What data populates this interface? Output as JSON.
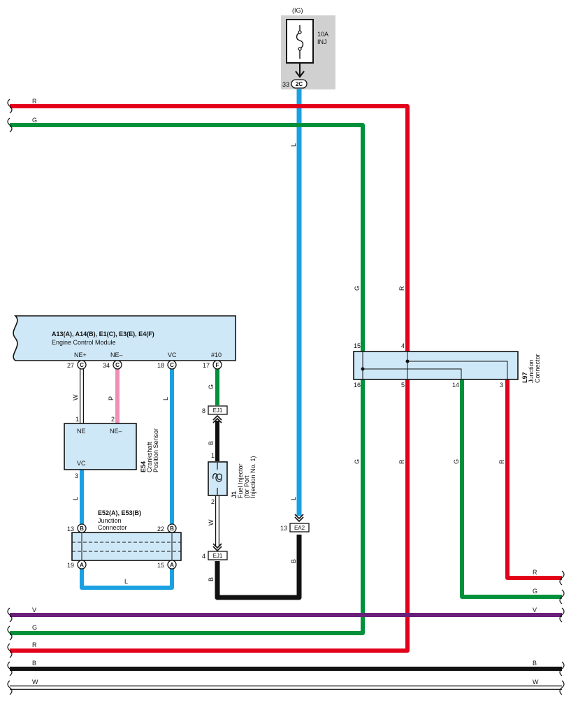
{
  "colors": {
    "R": "#e3001b",
    "G": "#00913a",
    "L": "#1ba1e2",
    "B": "#111111",
    "V": "#6a1f7a",
    "P": "#ef8fb8",
    "W": "#ffffff",
    "box_fill": "#cfe8f7",
    "fuse_panel": "#d0d0d0"
  },
  "fuse": {
    "group_label": "(IG)",
    "rating": "10A",
    "name": "INJ",
    "pin_number": "33",
    "pin_code": "2C"
  },
  "ecm": {
    "connectors": "A13(A), A14(B), E1(C), E3(E), E4(F)",
    "name": "Engine Control Module",
    "terminals": [
      {
        "name": "NE+",
        "pin": "27",
        "conn": "C"
      },
      {
        "name": "NE–",
        "pin": "34",
        "conn": "C"
      },
      {
        "name": "VC",
        "pin": "18",
        "conn": "C"
      },
      {
        "name": "#10",
        "pin": "17",
        "conn": "F"
      }
    ]
  },
  "sensor": {
    "code": "E54",
    "name_line1": "Crankshaft",
    "name_line2": "Position Sensor",
    "t_ne": "NE",
    "t_neg": "NE–",
    "t_vc": "VC",
    "pin1": "1",
    "pin2": "2",
    "pin3": "3"
  },
  "junction_e52": {
    "code": "E52(A), E53(B)",
    "name_line1": "Junction",
    "name_line2": "Connector",
    "pins": {
      "top_left_num": "13",
      "top_left_conn": "B",
      "top_right_num": "22",
      "top_right_conn": "B",
      "bot_left_num": "19",
      "bot_left_conn": "A",
      "bot_right_num": "15",
      "bot_right_conn": "A"
    }
  },
  "injector": {
    "code": "J1",
    "name_line1": "Fuel Injector",
    "name_line2": "(for Port",
    "name_line3": "Injection No. 1)",
    "pin1": "1",
    "pin2": "2"
  },
  "connectors": {
    "ej1_top_num": "8",
    "ej1_top": "EJ1",
    "ej1_bot_num": "4",
    "ej1_bot": "EJ1",
    "ea2_num": "13",
    "ea2": "EA2"
  },
  "junction_l97": {
    "code": "L97",
    "name_line1": "Junction",
    "name_line2": "Connector",
    "pins": {
      "p15": "15",
      "p4": "4",
      "p16": "16",
      "p5": "5",
      "p14": "14",
      "p3": "3"
    }
  },
  "wire_labels": {
    "r": "R",
    "g": "G",
    "l": "L",
    "b": "B",
    "v": "V",
    "w": "W",
    "p": "P"
  }
}
